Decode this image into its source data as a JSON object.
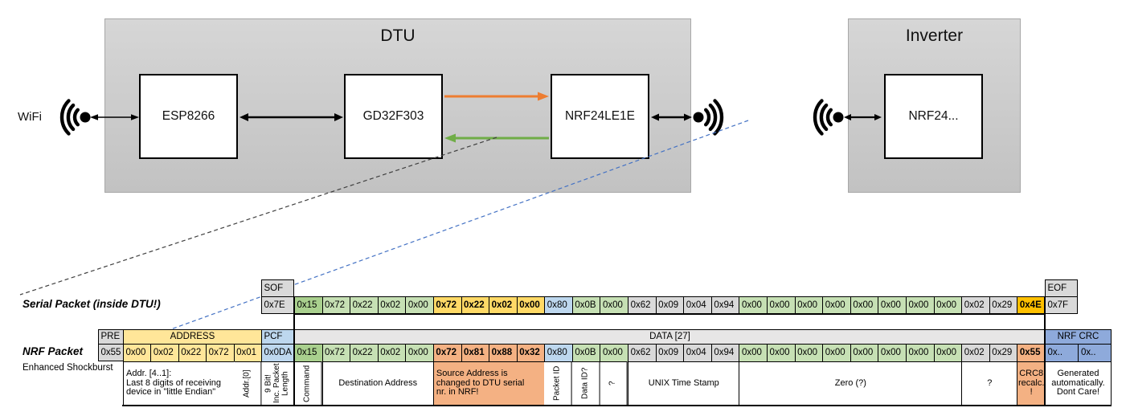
{
  "colors": {
    "light_green": "#C6E0B4",
    "dark_green": "#A9D08E",
    "gray": "#D9D9D9",
    "light_gray_header": "#E7E6E6",
    "light_blue": "#BDD7EE",
    "medium_blue": "#8EAADB",
    "address_yellow": "#FFE699",
    "highlight_yellow": "#FFD966",
    "crc_gold": "#FFC000",
    "salmon": "#F4B183",
    "arrow_orange": "#ED7D31",
    "arrow_green": "#70AD47",
    "dashed_blue": "#4472C4"
  },
  "diagram": {
    "wifi_label": "WiFi",
    "dtu": {
      "title": "DTU",
      "modules": [
        "ESP8266",
        "GD32F303",
        "NRF24LE1E"
      ]
    },
    "inverter": {
      "title": "Inverter",
      "module": "NRF24..."
    }
  },
  "serial_packet": {
    "label": "Serial Packet (inside DTU!)",
    "sof_header": "SOF",
    "sof_value": "0x7E",
    "eof_header": "EOF",
    "eof_value": "0x7F",
    "bytes": [
      {
        "v": "0x15",
        "c": "dg"
      },
      {
        "v": "0x72",
        "c": "g"
      },
      {
        "v": "0x22",
        "c": "g"
      },
      {
        "v": "0x02",
        "c": "g"
      },
      {
        "v": "0x00",
        "c": "g"
      },
      {
        "v": "0x72",
        "c": "yb"
      },
      {
        "v": "0x22",
        "c": "yb"
      },
      {
        "v": "0x02",
        "c": "yb"
      },
      {
        "v": "0x00",
        "c": "yb"
      },
      {
        "v": "0x80",
        "c": "b"
      },
      {
        "v": "0x0B",
        "c": "g"
      },
      {
        "v": "0x00",
        "c": "g"
      },
      {
        "v": "0x62",
        "c": "gr"
      },
      {
        "v": "0x09",
        "c": "gr"
      },
      {
        "v": "0x04",
        "c": "gr"
      },
      {
        "v": "0x94",
        "c": "gr"
      },
      {
        "v": "0x00",
        "c": "g"
      },
      {
        "v": "0x00",
        "c": "g"
      },
      {
        "v": "0x00",
        "c": "g"
      },
      {
        "v": "0x00",
        "c": "g"
      },
      {
        "v": "0x00",
        "c": "g"
      },
      {
        "v": "0x00",
        "c": "g"
      },
      {
        "v": "0x00",
        "c": "g"
      },
      {
        "v": "0x00",
        "c": "g"
      },
      {
        "v": "0x02",
        "c": "gr"
      },
      {
        "v": "0x29",
        "c": "gr"
      },
      {
        "v": "0x4E",
        "c": "go"
      }
    ]
  },
  "nrf_packet": {
    "label": "NRF Packet",
    "sublabel": "Enhanced Shockburst",
    "headers": [
      {
        "t": "PRE",
        "span": 1,
        "fill": "gr"
      },
      {
        "t": "ADDRESS",
        "span": 5,
        "fill": "y"
      },
      {
        "t": "PCF",
        "span": 1,
        "fill": "b"
      },
      {
        "t": "DATA [27]",
        "span": 27,
        "fill": "lgr"
      },
      {
        "t": "NRF CRC",
        "span": 2,
        "fill": "mb"
      }
    ],
    "pre_value": "0x55",
    "address_values": [
      "0x00",
      "0x02",
      "0x22",
      "0x72",
      "0x01"
    ],
    "pcf_value": "0x0DA",
    "crc_values": [
      "0x..",
      "0x.."
    ],
    "bytes": [
      {
        "v": "0x15",
        "c": "dg"
      },
      {
        "v": "0x72",
        "c": "g"
      },
      {
        "v": "0x22",
        "c": "g"
      },
      {
        "v": "0x02",
        "c": "g"
      },
      {
        "v": "0x00",
        "c": "g"
      },
      {
        "v": "0x72",
        "c": "sb"
      },
      {
        "v": "0x81",
        "c": "sb"
      },
      {
        "v": "0x88",
        "c": "sb"
      },
      {
        "v": "0x32",
        "c": "sb"
      },
      {
        "v": "0x80",
        "c": "b"
      },
      {
        "v": "0x0B",
        "c": "g"
      },
      {
        "v": "0x00",
        "c": "g"
      },
      {
        "v": "0x62",
        "c": "gr"
      },
      {
        "v": "0x09",
        "c": "gr"
      },
      {
        "v": "0x04",
        "c": "gr"
      },
      {
        "v": "0x94",
        "c": "gr"
      },
      {
        "v": "0x00",
        "c": "g"
      },
      {
        "v": "0x00",
        "c": "g"
      },
      {
        "v": "0x00",
        "c": "g"
      },
      {
        "v": "0x00",
        "c": "g"
      },
      {
        "v": "0x00",
        "c": "g"
      },
      {
        "v": "0x00",
        "c": "g"
      },
      {
        "v": "0x00",
        "c": "g"
      },
      {
        "v": "0x00",
        "c": "g"
      },
      {
        "v": "0x02",
        "c": "gr"
      },
      {
        "v": "0x29",
        "c": "gr"
      },
      {
        "v": "0x55",
        "c": "sb"
      }
    ]
  },
  "annotations": [
    {
      "text": "Addr. [4..1]:\nLast 8 digits of receiving\ndevice in \"little Endian\"",
      "span": 4,
      "align": "left"
    },
    {
      "text": "Addr.[0]",
      "span": 1,
      "vertical": true
    },
    {
      "text": "9 Bit!\nInc. Packet\nLength",
      "span": 1,
      "vertical": true
    },
    {
      "text": "Command",
      "span": 1,
      "vertical": true
    },
    {
      "text": "Destination Address",
      "span": 4
    },
    {
      "text": "Source Address is\nchanged to DTU serial\nnr. in NRF!",
      "span": 4,
      "align": "left",
      "fill": "s"
    },
    {
      "text": "Packet ID",
      "span": 1,
      "vertical": true
    },
    {
      "text": "Data ID?",
      "span": 1,
      "vertical": true
    },
    {
      "text": "?",
      "span": 1,
      "vertical": true
    },
    {
      "text": "UNIX Time Stamp",
      "span": 4
    },
    {
      "text": "Zero (?)",
      "span": 8
    },
    {
      "text": "?",
      "span": 2
    },
    {
      "text": "CRC8\nrecalc.\n!",
      "span": 1,
      "fill": "s"
    },
    {
      "text": "Generated\nautomatically.\nDont Care!",
      "span": 2
    }
  ]
}
